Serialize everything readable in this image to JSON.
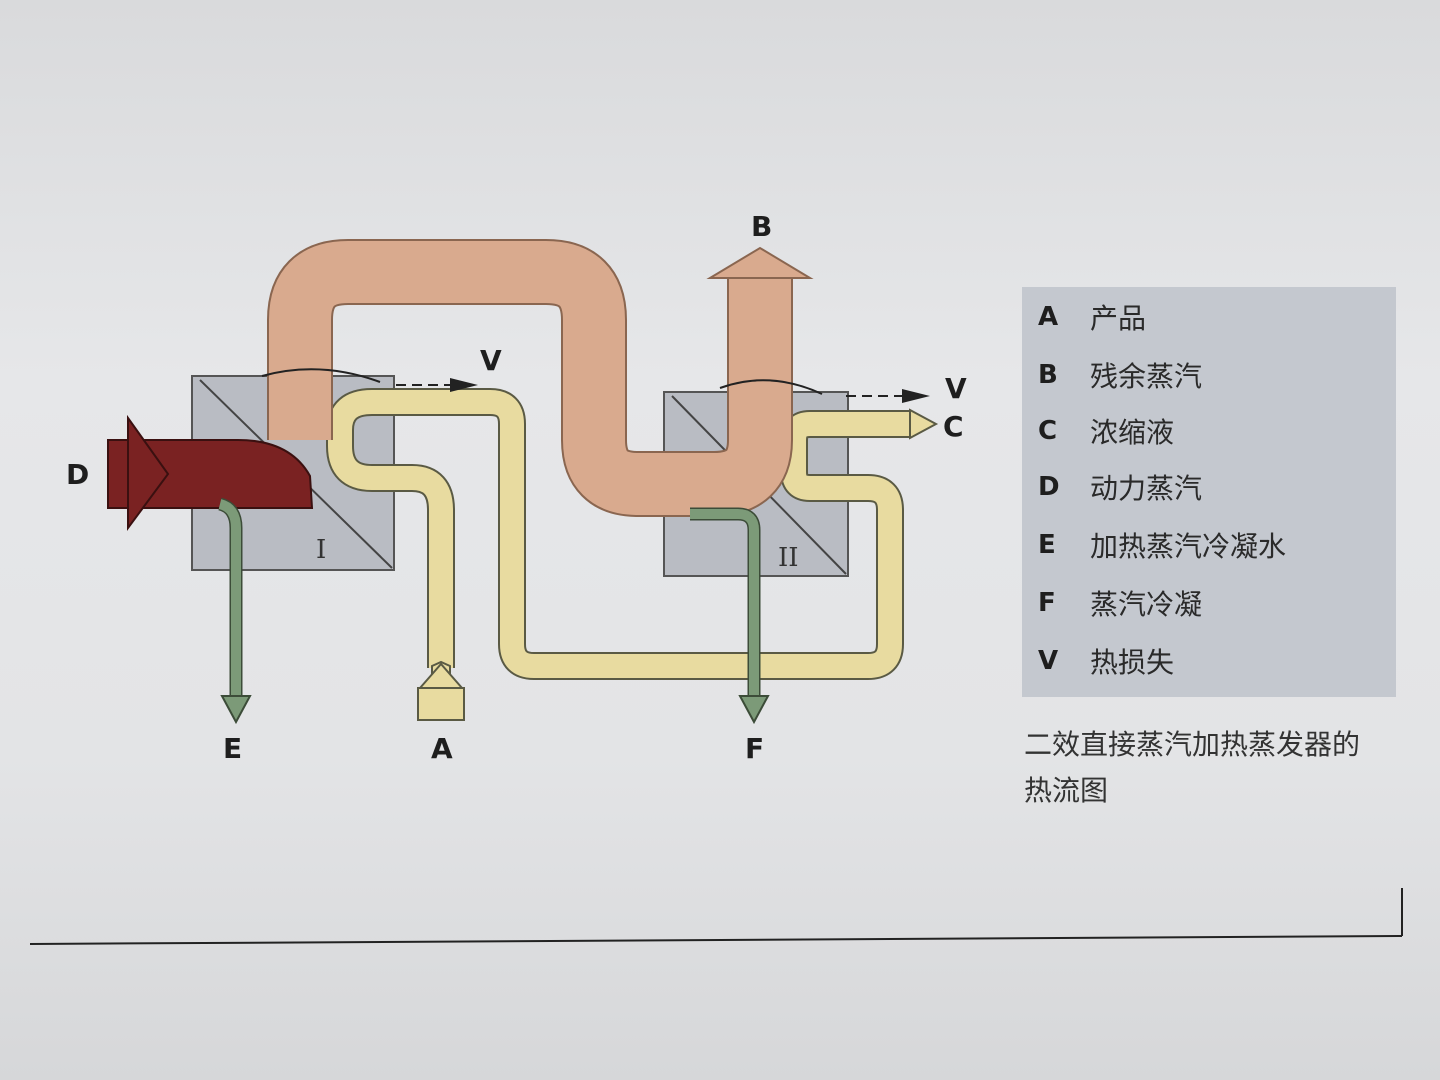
{
  "labels": {
    "A": "A",
    "B": "B",
    "C": "C",
    "D": "D",
    "E": "E",
    "F": "F",
    "V": "V"
  },
  "effects": {
    "first": "I",
    "second": "II"
  },
  "legend": [
    {
      "key": "A",
      "text": "产品"
    },
    {
      "key": "B",
      "text": "残余蒸汽"
    },
    {
      "key": "C",
      "text": "浓缩液"
    },
    {
      "key": "D",
      "text": "动力蒸汽"
    },
    {
      "key": "E",
      "text": "加热蒸汽冷凝水"
    },
    {
      "key": "F",
      "text": "蒸汽冷凝"
    },
    {
      "key": "V",
      "text": "热损失"
    }
  ],
  "caption": {
    "line1": "二效直接蒸汽加热蒸发器的",
    "line2": "热流图"
  },
  "colors": {
    "steam": "#d9aa8e",
    "drive_steam": "#7a2222",
    "product": "#e8dba0",
    "condensate": "#7c9a78",
    "evaporator": "#b9bcc3",
    "legend_bg": "#c4c8cf"
  }
}
